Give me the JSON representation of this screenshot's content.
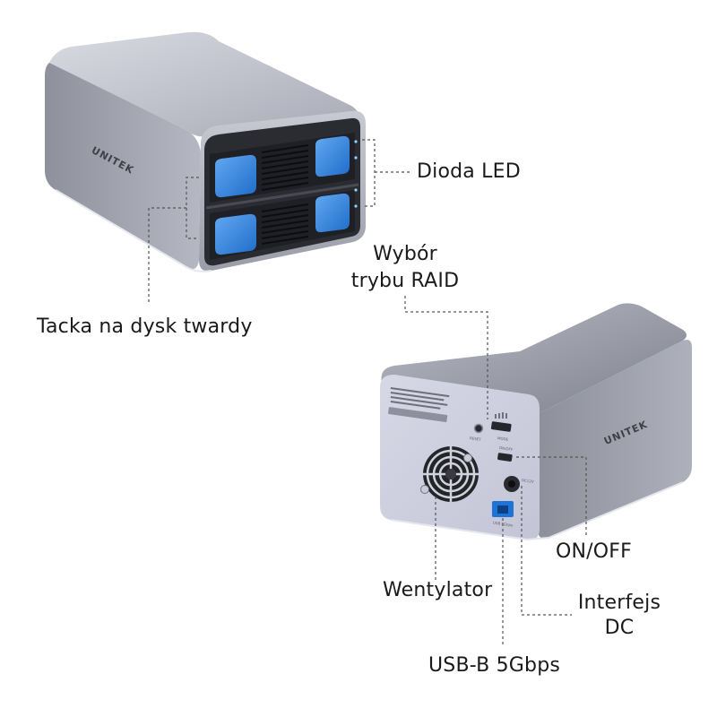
{
  "brand": "UNITEK",
  "labels": {
    "led": "Dioda LED",
    "raid_line1": "Wybór",
    "raid_line2": "trybu RAID",
    "tray": "Tacka na dysk twardy",
    "onoff": "ON/OFF",
    "fan": "Wentylator",
    "dc_line1": "Interfejs",
    "dc_line2": "DC",
    "usb": "USB-B 5Gbps"
  },
  "panel_text": {
    "reset": "RESET",
    "mode": "MODE",
    "onoff_small": "ON/OFF",
    "dc_small": "DC12V",
    "usb_small": "USB 5Gbps"
  },
  "colors": {
    "body": "#9ea1ad",
    "body_dark": "#6c6f7a",
    "face": "#cfd1e0",
    "tray_blue": "#2f86e0",
    "line": "#555555"
  }
}
